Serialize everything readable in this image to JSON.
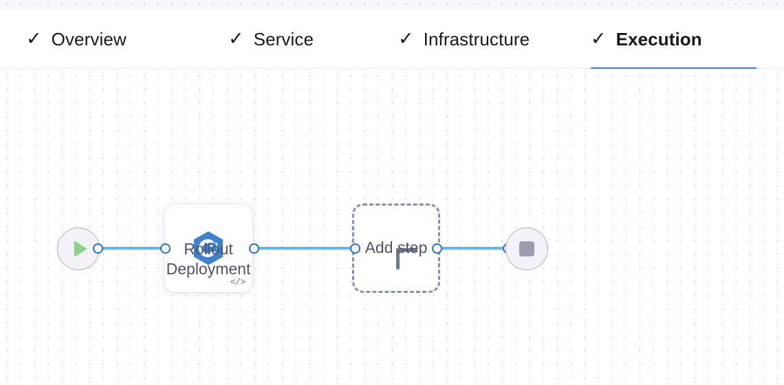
{
  "colors": {
    "accent_blue": "#3577dd",
    "wire_blue": "#5cb8f5",
    "port_ring": "#1f6fd0",
    "node_icon_blue": "#3b82d1",
    "start_green": "#8ed287",
    "end_gray": "#9d9ab4",
    "dashed_border": "#8a90a8",
    "caption_text": "#4e5468",
    "tab_text": "#16181d",
    "dot_grid": "#c5cfda",
    "strip_bg": "#f4f9fd"
  },
  "tabs": [
    {
      "label": "Overview",
      "check_icon": "check-icon",
      "active": false,
      "complete": true
    },
    {
      "label": "Service",
      "check_icon": "check-icon",
      "active": false,
      "complete": true
    },
    {
      "label": "Infrastructure",
      "check_icon": "check-icon",
      "active": false,
      "complete": true
    },
    {
      "label": "Execution",
      "check_icon": "check-icon",
      "active": true,
      "complete": true
    }
  ],
  "checkmark_glyph": "✓",
  "canvas": {
    "nodes": [
      {
        "id": "start",
        "type": "start",
        "icon": "play-icon",
        "label": ""
      },
      {
        "id": "rollout-deployment",
        "type": "step",
        "icon": "rollout-deployment-icon",
        "badge_icon": "code-icon",
        "badge_text": "</>",
        "label": "Rollout\nDeployment"
      },
      {
        "id": "add-step",
        "type": "placeholder",
        "icon": "plus-icon",
        "label": "Add step"
      },
      {
        "id": "end",
        "type": "end",
        "icon": "stop-icon",
        "label": ""
      }
    ],
    "connections": [
      {
        "from": "start",
        "to": "rollout-deployment"
      },
      {
        "from": "rollout-deployment",
        "to": "add-step"
      },
      {
        "from": "add-step",
        "to": "end"
      }
    ]
  }
}
